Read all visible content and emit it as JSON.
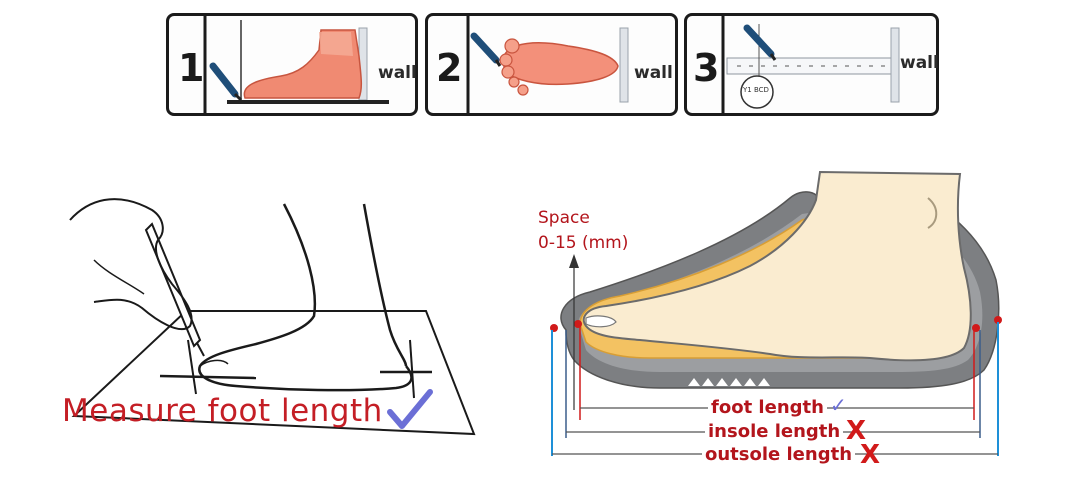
{
  "steps": [
    {
      "number": "1",
      "wall_label": "wall"
    },
    {
      "number": "2",
      "wall_label": "wall"
    },
    {
      "number": "3",
      "wall_label": "wall",
      "ruler_text": "Y1 BCD"
    }
  ],
  "left_illustration": {
    "caption": "Measure foot length",
    "caption_color": "#c41e25",
    "check_icon": "checkmark-icon"
  },
  "right_illustration": {
    "space_label_line1": "Space",
    "space_label_line2": "0-15 (mm)",
    "measurements": [
      {
        "label": "foot length",
        "mark": "✓",
        "mark_icon": "checkmark-icon"
      },
      {
        "label": "insole length",
        "mark": "X",
        "mark_icon": "cross-icon"
      },
      {
        "label": "outsole length",
        "mark": "X",
        "mark_icon": "cross-icon"
      }
    ],
    "colors": {
      "label": "#b3151c",
      "cross": "#d11a1a",
      "check": "#6b6fd6",
      "sole": "#7b7b7b",
      "insole": "#f3c262",
      "skin": "#faecd0"
    }
  }
}
